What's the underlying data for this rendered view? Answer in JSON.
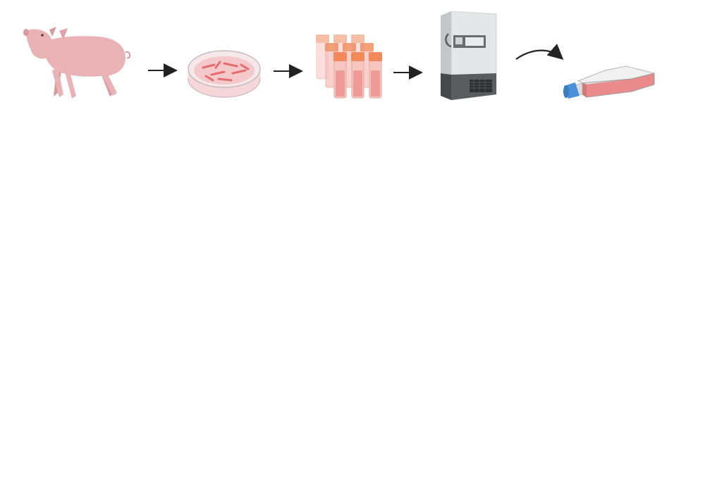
{
  "diagram": {
    "steps": [
      {
        "id": "pig",
        "icon": "pig-icon"
      },
      {
        "id": "dish",
        "icon": "petri-dish-icon"
      },
      {
        "id": "vials",
        "icon": "cryovials-icon"
      },
      {
        "id": "freezer",
        "icon": "freezer-icon"
      },
      {
        "id": "flask",
        "icon": "culture-flask-icon"
      }
    ],
    "arrows": [
      {
        "from": "pig",
        "to": "dish",
        "style": "straight"
      },
      {
        "from": "dish",
        "to": "vials",
        "style": "straight"
      },
      {
        "from": "vials",
        "to": "freezer",
        "style": "straight"
      },
      {
        "from": "freezer",
        "to": "flask",
        "style": "curved"
      }
    ]
  },
  "colors": {
    "pig_skin": "#e9b3b5",
    "pig_shade": "#d99a9e",
    "dish_glass": "#f3eef0",
    "cells": "#e56b6f",
    "vial_cap": "#f08a5a",
    "vial_body": "#f7c6c0",
    "freezer_body": "#e4e6e8",
    "freezer_side": "#c4c6c9",
    "freezer_base": "#5a5c60",
    "flask_cap": "#4a90d9",
    "flask_media": "#ea8a8a",
    "arrow": "#222222"
  }
}
